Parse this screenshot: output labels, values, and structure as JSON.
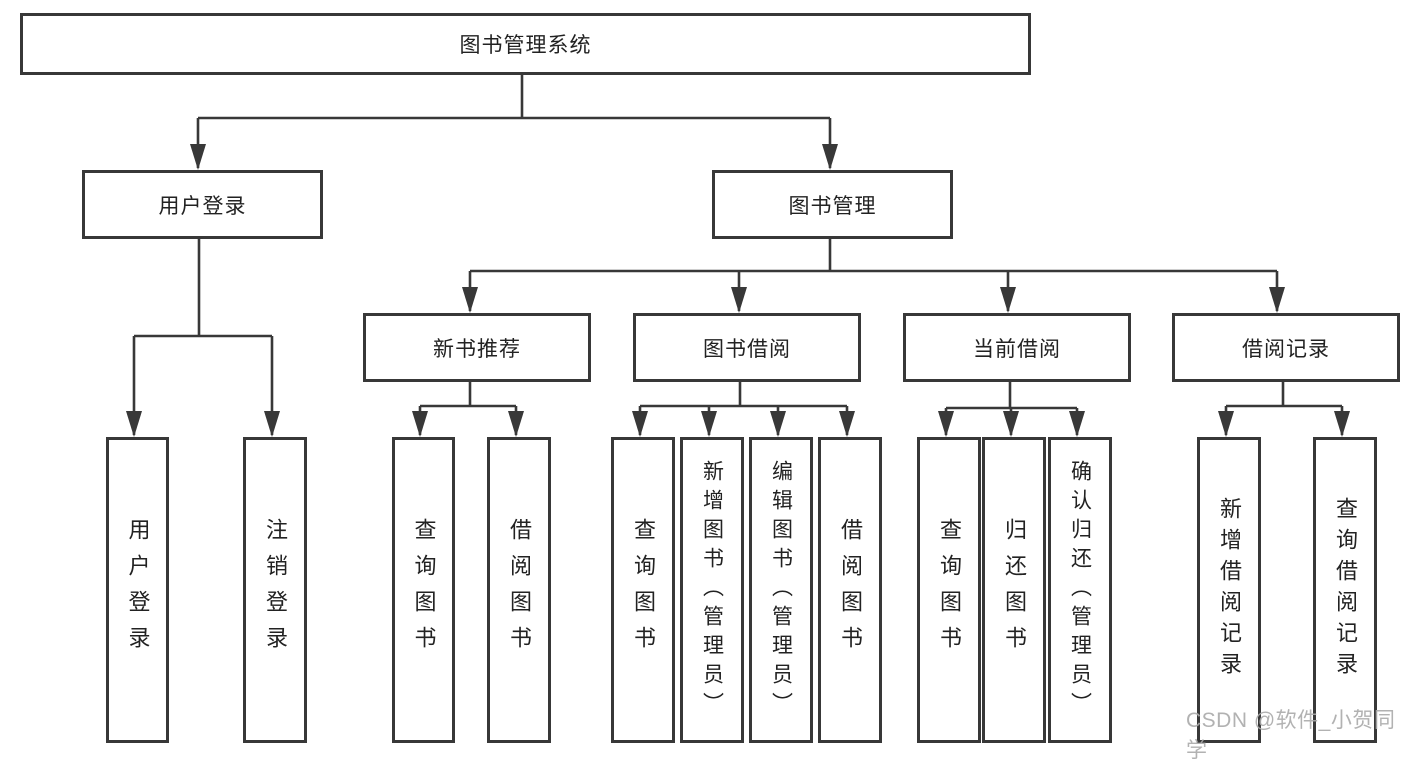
{
  "diagram": {
    "root": {
      "label": "图书管理系统"
    },
    "level2": {
      "user": {
        "label": "用户登录"
      },
      "book": {
        "label": "图书管理"
      }
    },
    "level3": {
      "recommend": {
        "label": "新书推荐"
      },
      "borrow": {
        "label": "图书借阅"
      },
      "current": {
        "label": "当前借阅"
      },
      "record": {
        "label": "借阅记录"
      }
    },
    "leaves": {
      "user": [
        "用户登录",
        "注销登录"
      ],
      "recommend": [
        "查询图书",
        "借阅图书"
      ],
      "borrow": [
        "查询图书",
        "新增图书（管理员）",
        "编辑图书（管理员）",
        "借阅图书"
      ],
      "current": [
        "查询图书",
        "归还图书",
        "确认归还（管理员）"
      ],
      "record": [
        "新增借阅记录",
        "查询借阅记录"
      ]
    },
    "colors": {
      "line": "#383838",
      "box_border": "#383838",
      "box_fill": "#ffffff",
      "text": "#222222",
      "watermark": "#aaaaaa",
      "background": "#ffffff"
    }
  },
  "watermark": {
    "text": "CSDN @软件_小贺同学"
  }
}
